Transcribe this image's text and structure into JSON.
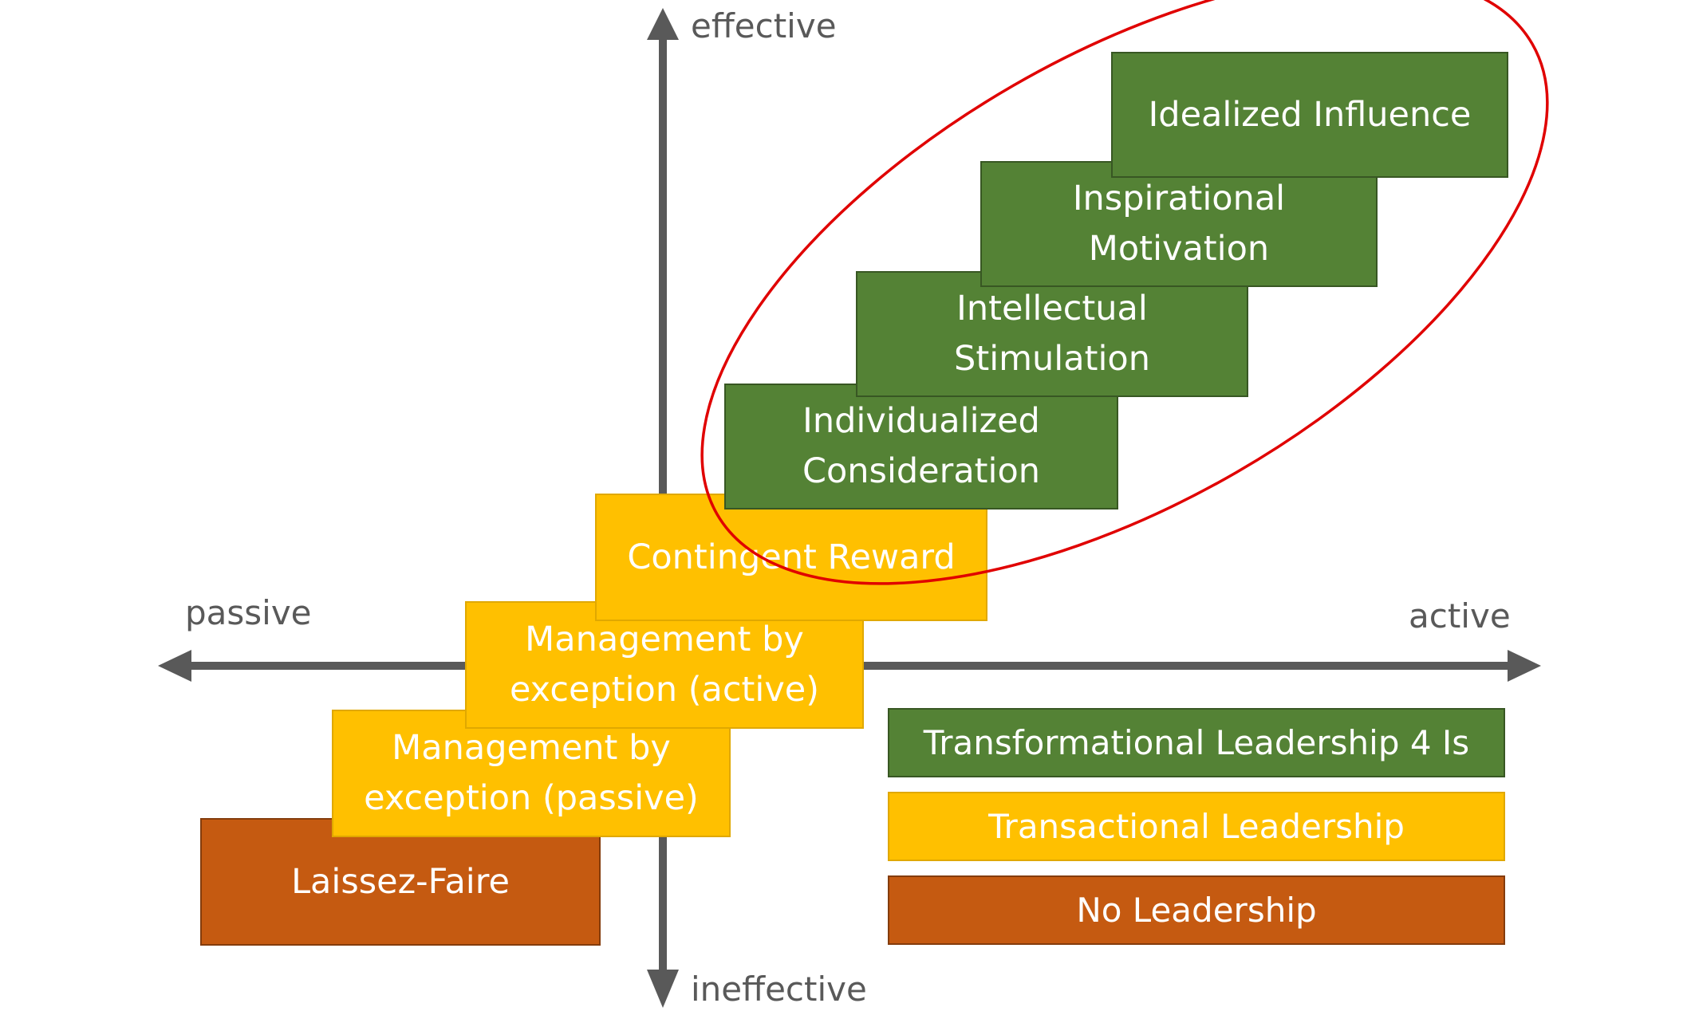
{
  "axes": {
    "top": "effective",
    "bottom": "ineffective",
    "left": "passive",
    "right": "active"
  },
  "boxes": {
    "idealized_influence": "Idealized Influence",
    "inspirational_motivation": "Inspirational\nMotivation",
    "intellectual_stimulation": "Intellectual\nStimulation",
    "individualized_consideration": "Individualized\nConsideration",
    "contingent_reward": "Contingent Reward",
    "mbe_active": "Management by\nexception (active)",
    "mbe_passive": "Management by\nexception (passive)",
    "laissez_faire": "Laissez-Faire"
  },
  "legend": {
    "transformational": "Transformational Leadership 4 Is",
    "transactional": "Transactional Leadership",
    "none": "No Leadership"
  },
  "colors": {
    "transformational": "#548235",
    "transactional": "#ffc000",
    "none": "#c55a11",
    "axis": "#595959",
    "highlight_ellipse": "#e00000"
  }
}
